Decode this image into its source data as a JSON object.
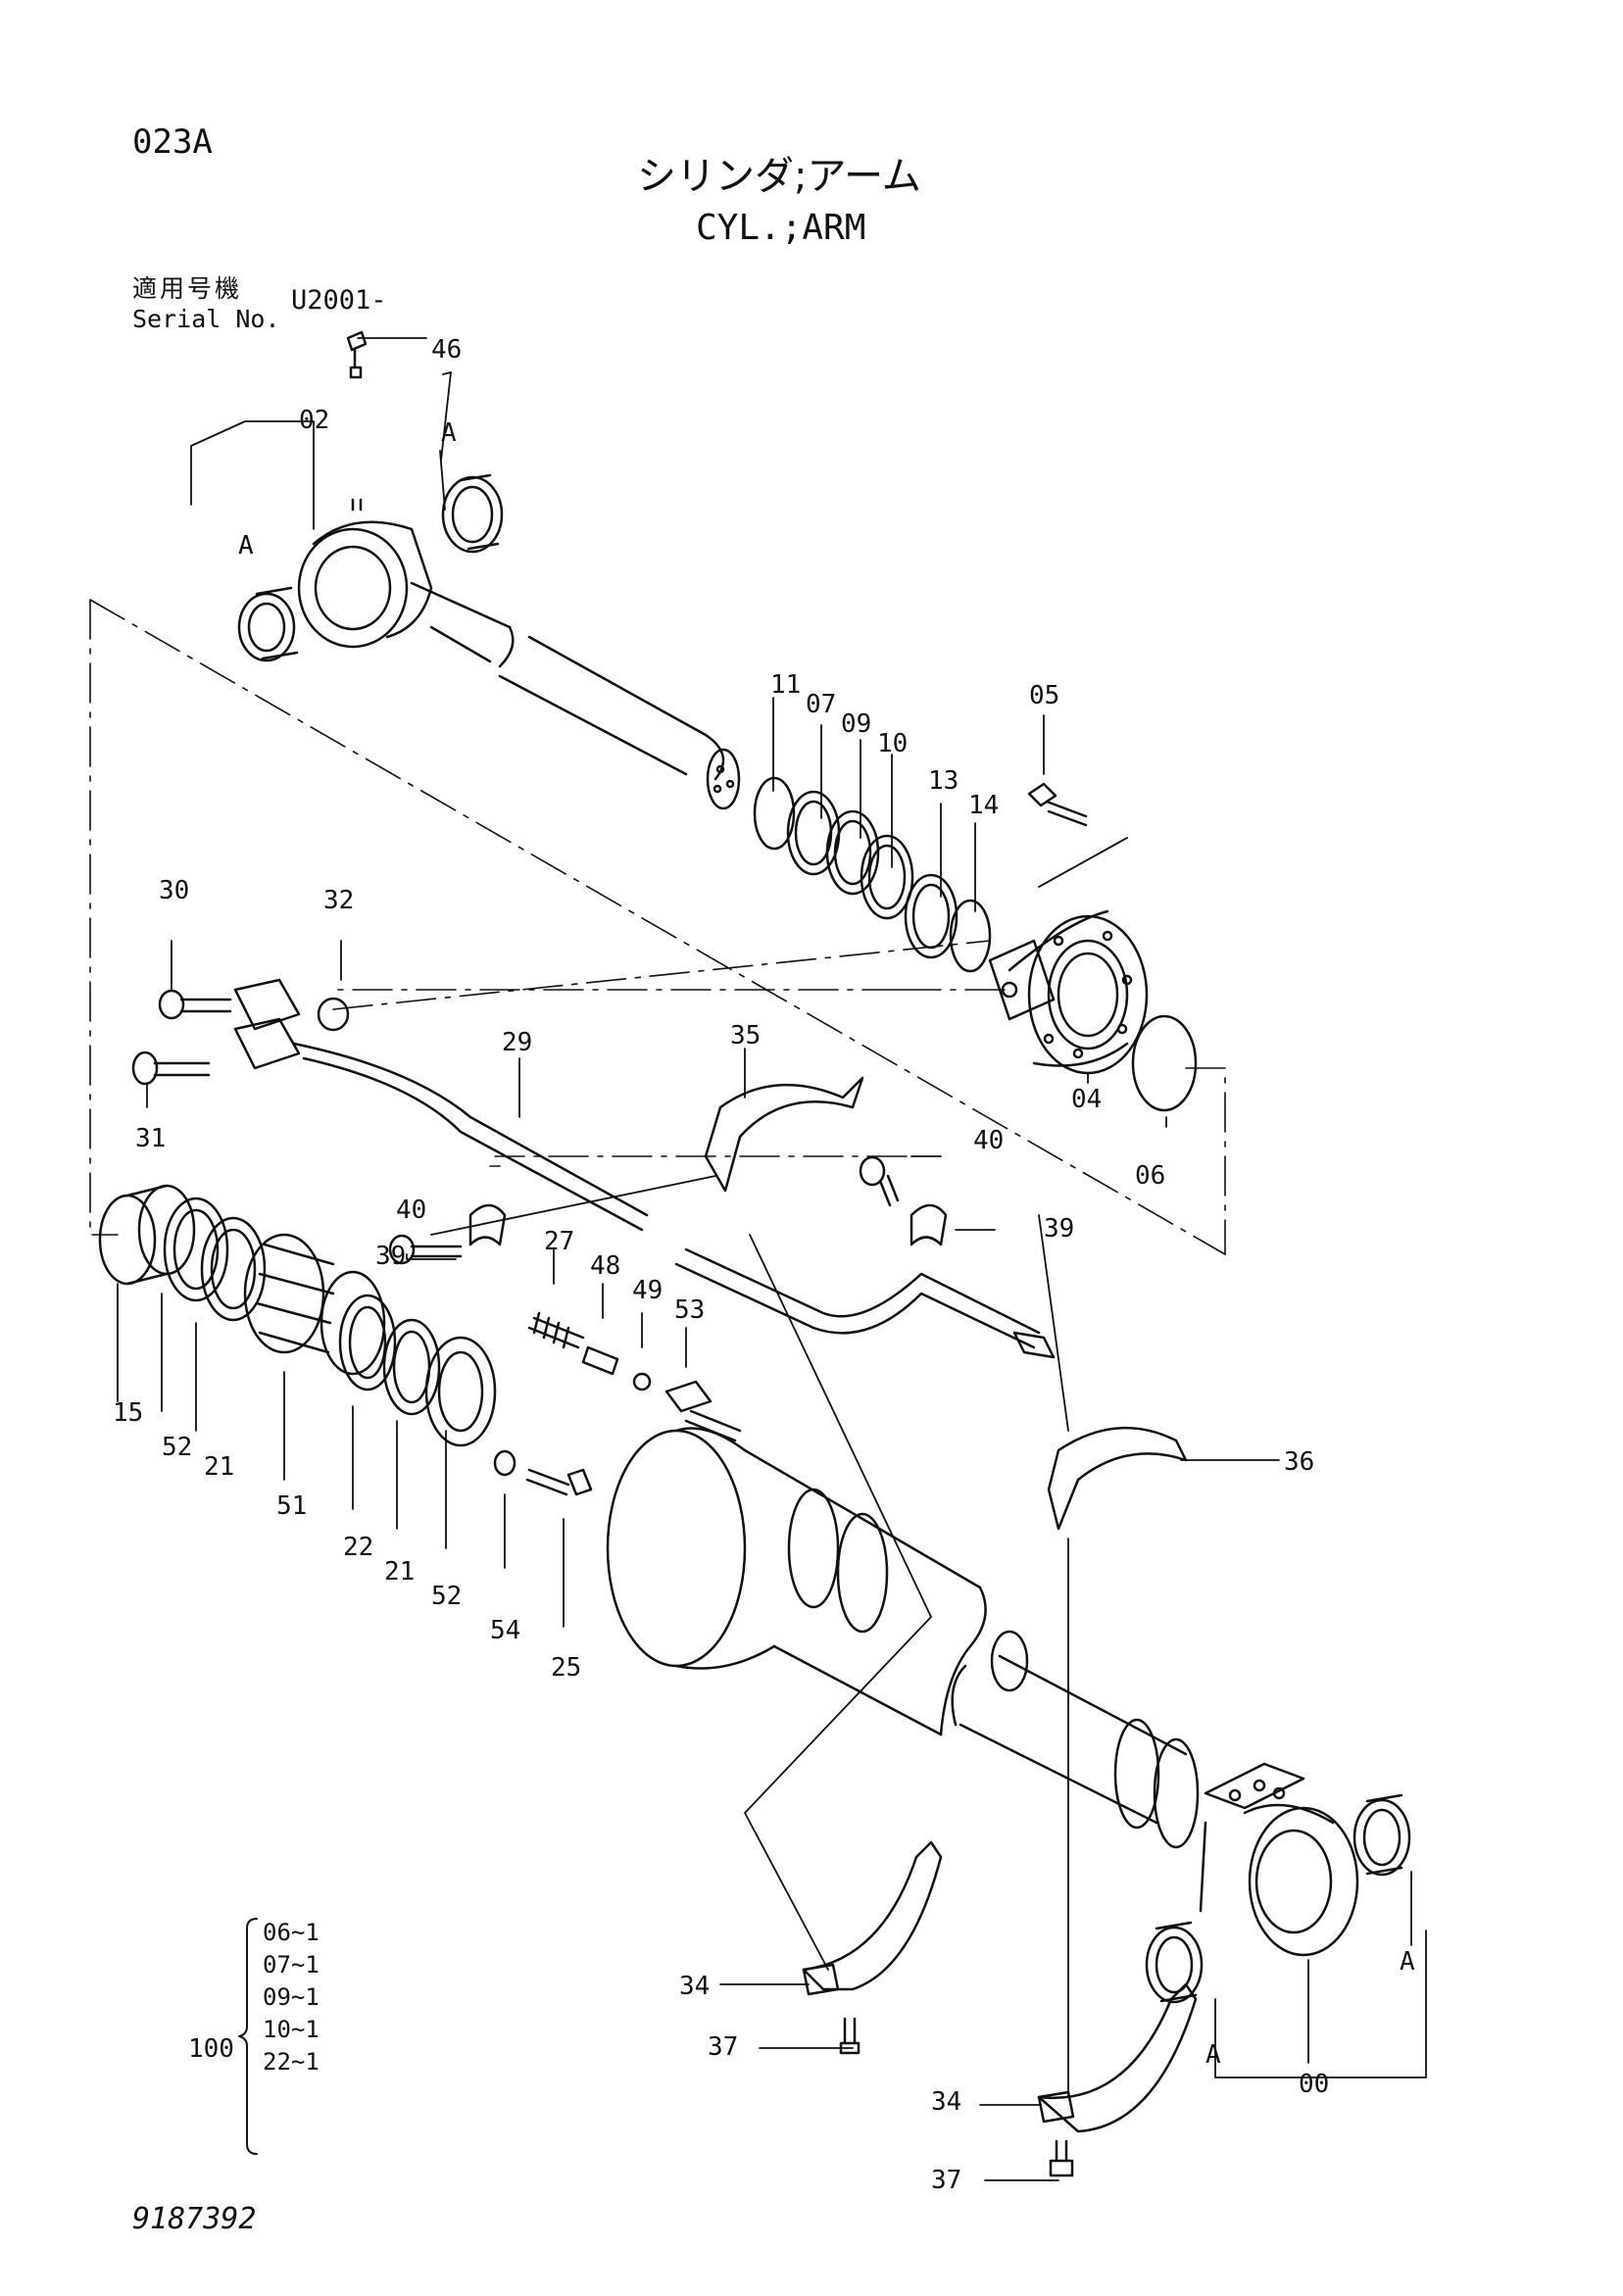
{
  "header": {
    "figure_code": "023A",
    "title_jp": "シリンダ;アーム",
    "title_en": "CYL.;ARM"
  },
  "serial": {
    "label_jp": "適用号機",
    "label_en": "Serial No.",
    "value": "U2001-"
  },
  "callouts": [
    "46",
    "02",
    "A",
    "A",
    "11",
    "07",
    "09",
    "10",
    "13",
    "14",
    "05",
    "30",
    "32",
    "31",
    "29",
    "35",
    "40",
    "40",
    "39",
    "39",
    "04",
    "06",
    "27",
    "48",
    "49",
    "53",
    "15",
    "52",
    "21",
    "51",
    "22",
    "21",
    "52",
    "54",
    "25",
    "36",
    "34",
    "37",
    "34",
    "37",
    "00",
    "A",
    "A"
  ],
  "kit": {
    "id": "100",
    "items": [
      "06~1",
      "07~1",
      "09~1",
      "10~1",
      "22~1"
    ]
  },
  "footer": {
    "document_no": "9187392"
  }
}
